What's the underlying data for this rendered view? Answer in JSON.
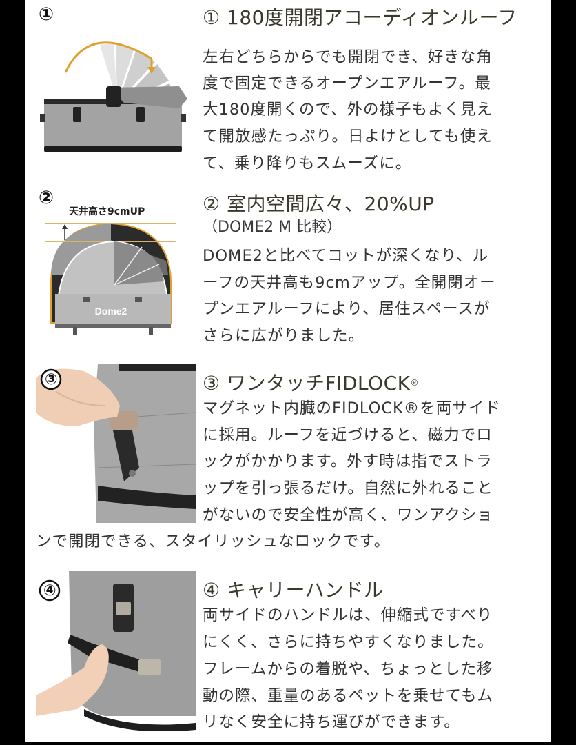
{
  "sections": [
    {
      "badge": "①",
      "heading": "① 180度開閉アコーディオンルーフ",
      "lines": [
        "左右どちらからでも開閉でき、好きな角",
        "度で固定できるオープンエアルーフ。最",
        "大180度開くので、外の様子もよく見え",
        "て開放感たっぷり。日よけとしても使え",
        "て、乗り降りもスムーズに。"
      ],
      "image_alt": "accordion-roof-opening-illustration"
    },
    {
      "badge": "②",
      "heading": "② 室内空間広々、20%UP",
      "subheading": "（DOME2 M 比較）",
      "image_caption": "天井高さ9cmUP",
      "image_label": "Dome2",
      "lines": [
        "DOME2と比べてコットが深くなり、ル",
        "ーフの天井高も9cmアップ。全開閉オー",
        "プンエアルーフにより、居住スペースが",
        "さらに広がりました。"
      ]
    },
    {
      "badge": "③",
      "heading_main": "③ ワンタッチFIDLOCK",
      "heading_reg": "®",
      "lines": [
        "マグネット内臓のFIDLOCK®を両サイド",
        "に採用。ルーフを近づけると、磁力でロ",
        "ックがかかります。外す時は指でストラ",
        "ップを引っ張るだけ。自然に外れること",
        "がないので安全性が高く、ワンアクショ"
      ],
      "full_width_line": "ンで開閉できる、スタイリッシュなロックです。"
    },
    {
      "badge": "④",
      "heading": "④ キャリーハンドル",
      "lines": [
        "両サイドのハンドルは、伸縮式ですべり",
        "にくく、さらに持ちやすくなりました。",
        "フレームからの着脱や、ちょっとした移",
        "動の際、重量のあるペットを乗せてもム",
        "リなく安全に持ち運びができます。"
      ]
    }
  ],
  "colors": {
    "frame": "#000000",
    "page_bg": "#ffffff",
    "heading_text": "#3b382c",
    "body_text": "#333333",
    "accent_orange": "#e0a030",
    "fabric_gray": "#9a9a9a"
  }
}
